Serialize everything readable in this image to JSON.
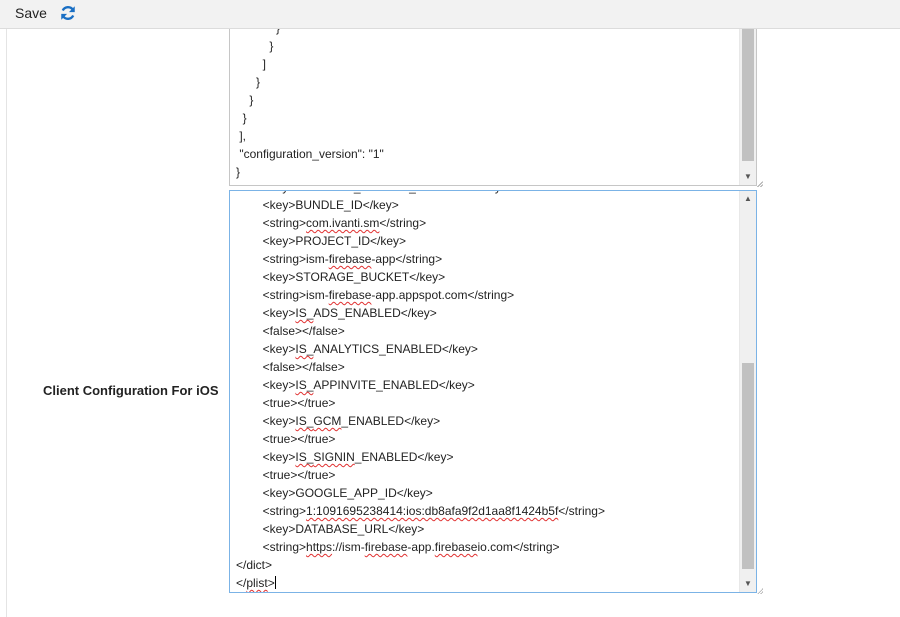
{
  "toolbar": {
    "save_label": "Save",
    "refresh_icon": "refresh-icon",
    "accent": "#1a6fc4"
  },
  "field": {
    "label": "Client Configuration For iOS"
  },
  "android_config": {
    "lines": [
      "            }",
      "          }",
      "        ]",
      "      }",
      "    }",
      "  }",
      " ],",
      " \"configuration_version\": \"1\"",
      "}"
    ]
  },
  "ios_config": {
    "lines": [
      "        <key>STORAGE_BUCKET_ENABLED</key>",
      "        <key>BUNDLE_ID</key>",
      "        <string>com.ivanti.sm</string>",
      "        <key>PROJECT_ID</key>",
      "        <string>ism-firebase-app</string>",
      "        <key>STORAGE_BUCKET</key>",
      "        <string>ism-firebase-app.appspot.com</string>",
      "        <key>IS_ADS_ENABLED</key>",
      "        <false></false>",
      "        <key>IS_ANALYTICS_ENABLED</key>",
      "        <false></false>",
      "        <key>IS_APPINVITE_ENABLED</key>",
      "        <true></true>",
      "        <key>IS_GCM_ENABLED</key>",
      "        <true></true>",
      "        <key>IS_SIGNIN_ENABLED</key>",
      "        <true></true>",
      "        <key>GOOGLE_APP_ID</key>",
      "        <string>1:1091695238414:ios:db8afa9f2d1aa8f1424b5f</string>",
      "        <key>DATABASE_URL</key>",
      "        <string>https://ism-firebase-app.firebaseio.com</string>",
      "</dict>",
      "</plist>"
    ]
  }
}
